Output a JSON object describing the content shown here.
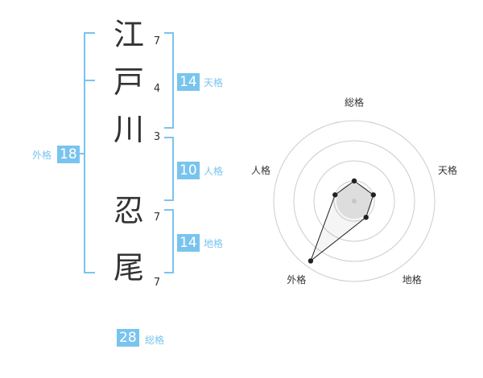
{
  "name": {
    "characters": [
      {
        "char": "江",
        "strokes": "7"
      },
      {
        "char": "戸",
        "strokes": "4"
      },
      {
        "char": "川",
        "strokes": "3"
      },
      {
        "char": "忍",
        "strokes": "7"
      },
      {
        "char": "尾",
        "strokes": "7"
      }
    ]
  },
  "fortunes": {
    "tenkaku": {
      "label": "天格",
      "value": "14"
    },
    "jinkaku": {
      "label": "人格",
      "value": "10"
    },
    "chikaku": {
      "label": "地格",
      "value": "14"
    },
    "gaikaku": {
      "label": "外格",
      "value": "18"
    },
    "soukaku": {
      "label": "総格",
      "value": "28"
    }
  },
  "accent_color": "#79c4ee",
  "chart_data": {
    "type": "radar",
    "axes": [
      "総格",
      "天格",
      "地格",
      "外格",
      "人格"
    ],
    "values": [
      0.25,
      0.25,
      0.25,
      0.92,
      0.25
    ],
    "range": [
      0,
      1
    ],
    "rings": 4
  }
}
